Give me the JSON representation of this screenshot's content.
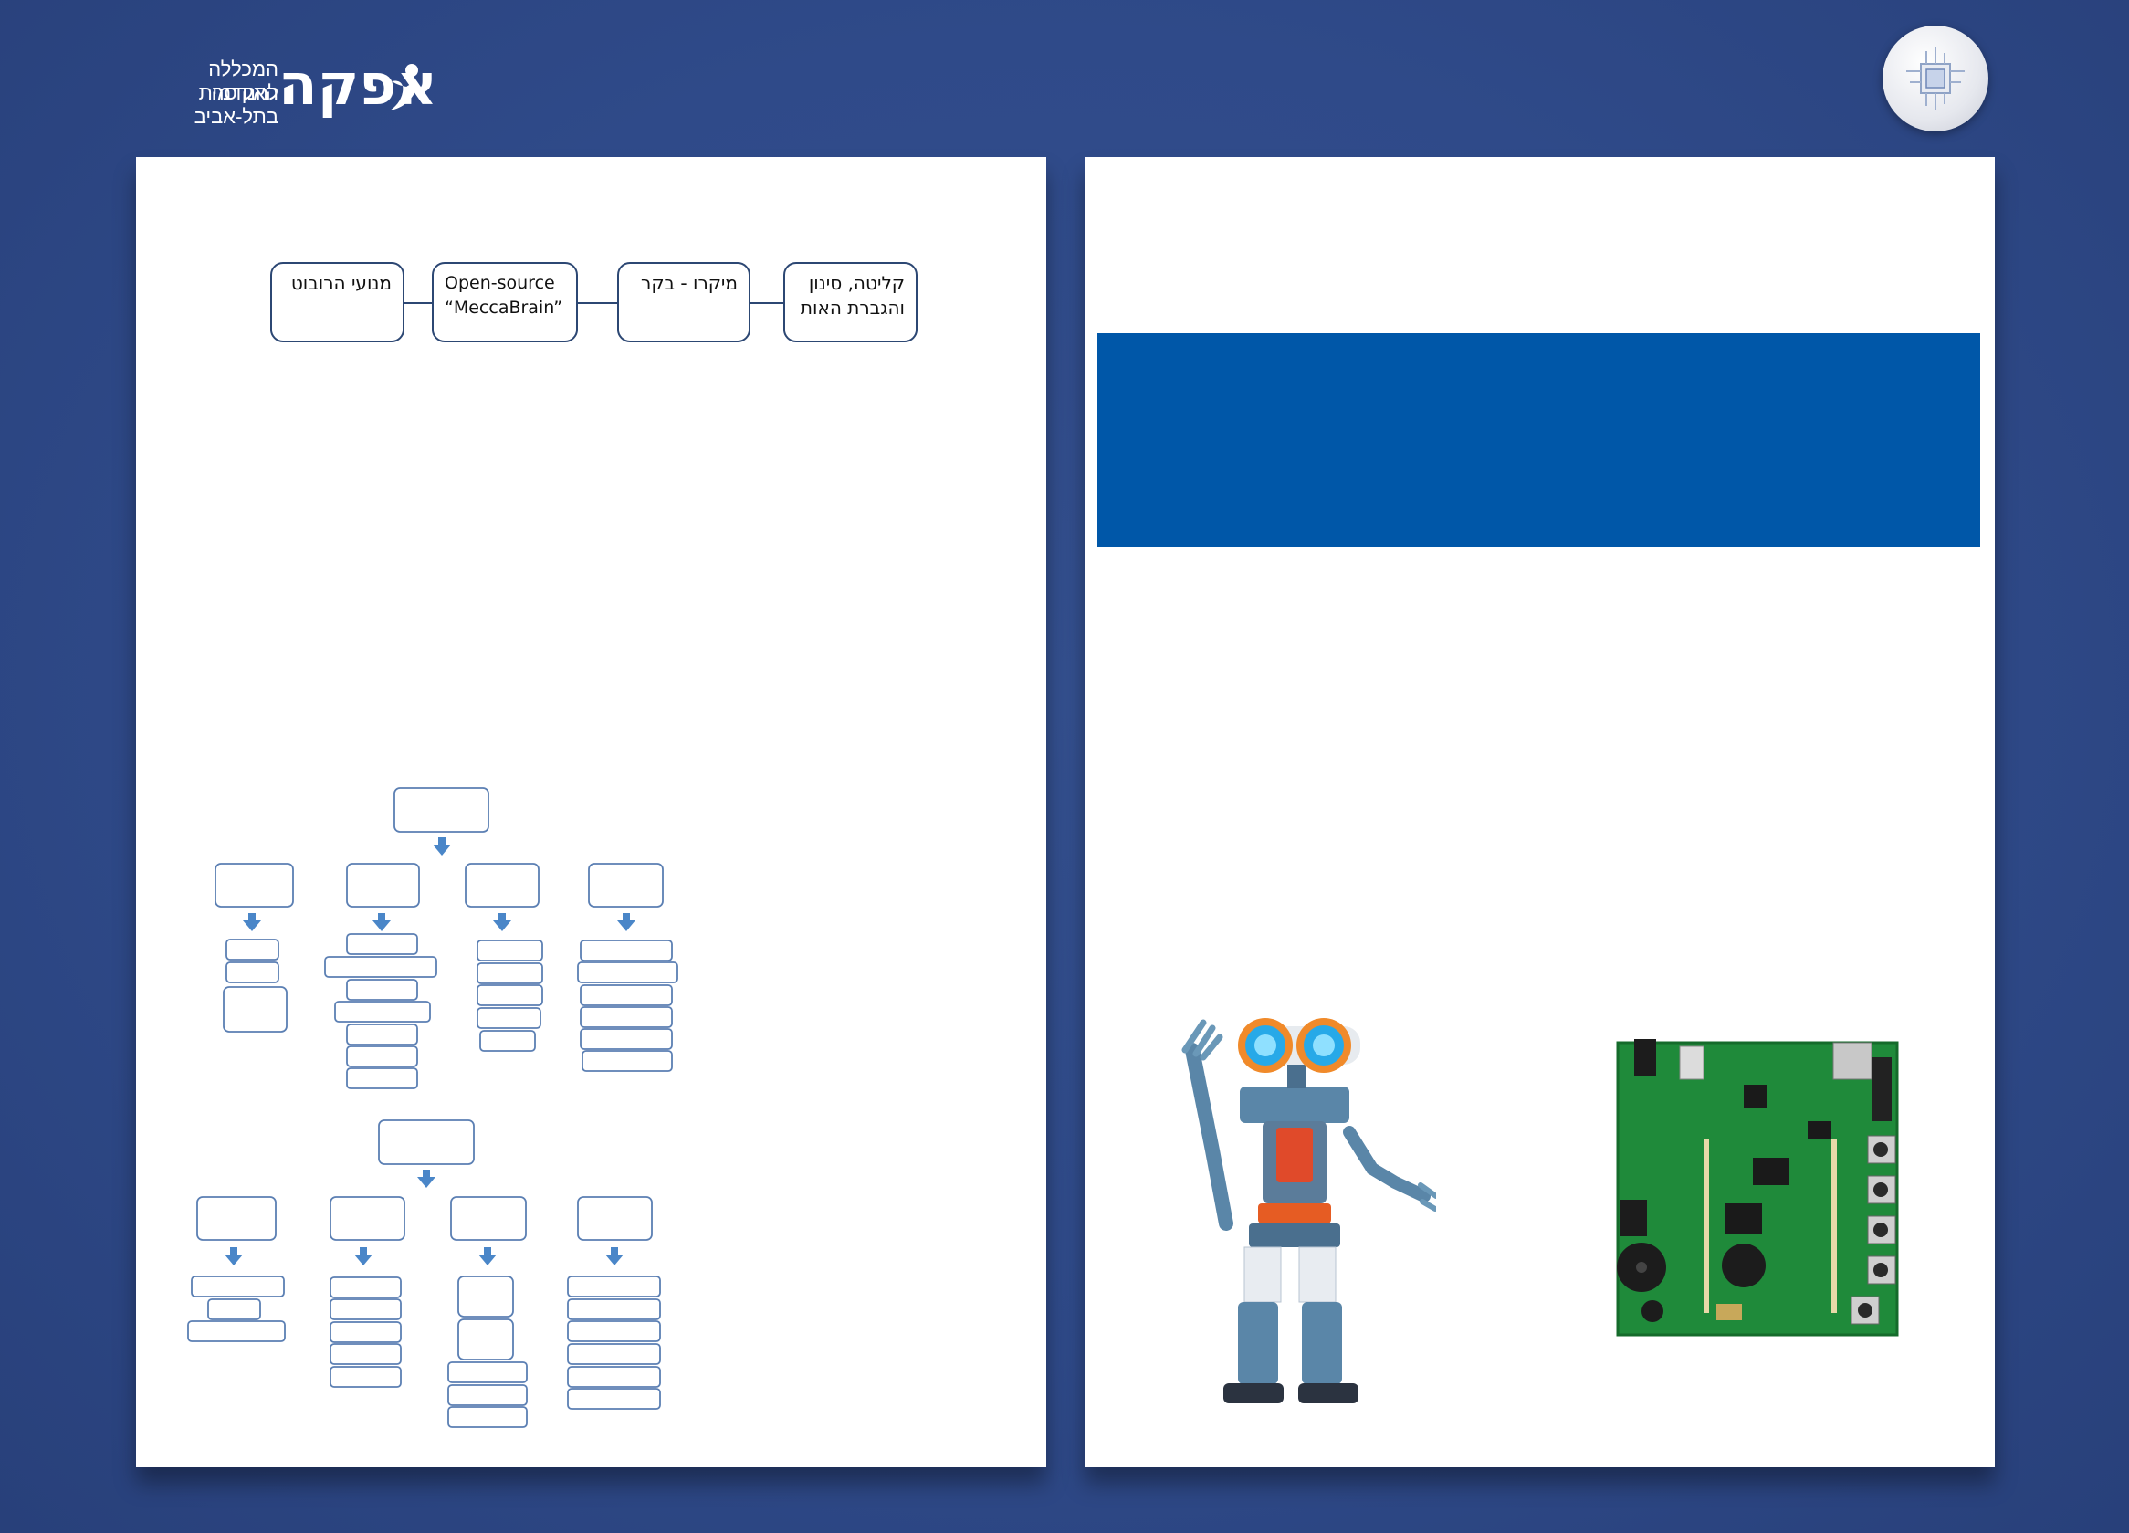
{
  "header": {
    "college_line1": "המכללה האקדמית",
    "college_line2": "להנדסה בתל-אביב",
    "brand_word": "אפקה"
  },
  "left_panel": {
    "flow": [
      {
        "text": "מנועי הרובוט",
        "dir": "rtl"
      },
      {
        "text": "Open-source “MeccaBrain”",
        "dir": "ltr"
      },
      {
        "text": "מיקרו - בקר",
        "dir": "rtl"
      },
      {
        "text": "קליטה, סינון והגברת האות",
        "dir": "rtl"
      }
    ]
  },
  "right_panel": {
    "banner_color": "#0057a8"
  },
  "colors": {
    "background": "#2f4a89",
    "flow_border": "#2c4773",
    "tree_border": "#5b7fb3",
    "arrow": "#4a86c8"
  },
  "icons": {
    "logo": "afeka-logo-icon",
    "badge": "chip-icon",
    "arrows": "arrow-down-icon"
  }
}
